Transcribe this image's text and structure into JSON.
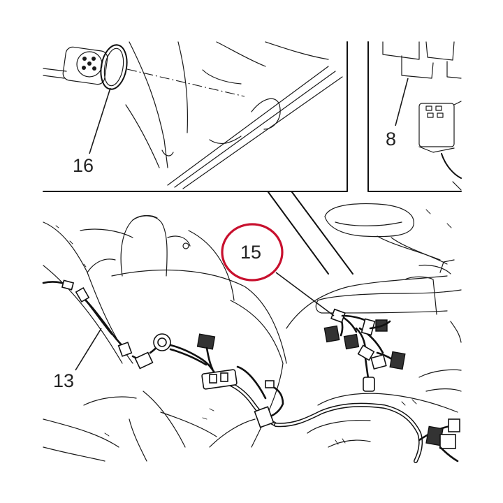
{
  "callouts": {
    "c15": "15",
    "c16": "16",
    "c8": "8",
    "c13": "13"
  },
  "colors": {
    "highlight_ring": "#c8102e",
    "line": "#1a1a1a",
    "background": "#ffffff"
  }
}
